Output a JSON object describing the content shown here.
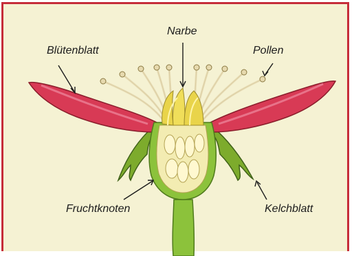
{
  "colors": {
    "background": "#f5f2d3",
    "border": "#c62d3a",
    "petal": "#d83a55",
    "sepal": "#7dab2c",
    "stem": "#8cc23b",
    "filament": "#e8dcb4",
    "ovary_interior": "#f3ecb2",
    "stigma": "#e9d44a"
  },
  "labels": {
    "narbe": "Narbe",
    "bluetenblatt": "Blütenblatt",
    "pollen": "Pollen",
    "fruchtknoten": "Fruchtknoten",
    "kelchblatt": "Kelchblatt"
  }
}
